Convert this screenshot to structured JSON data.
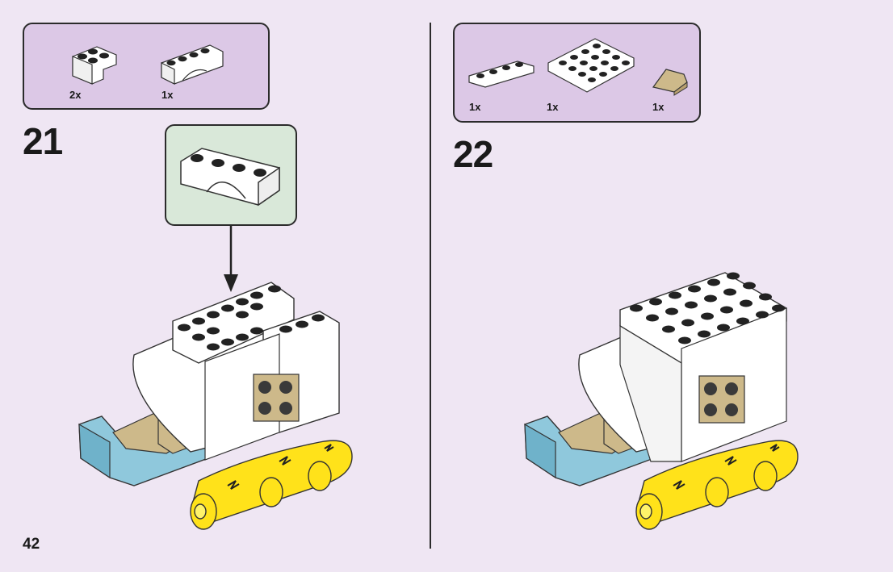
{
  "page_number": "42",
  "colors": {
    "background": "#efe6f3",
    "parts_box": "#dcc8e6",
    "callout": "#d9e8d9",
    "brick_white": "#ffffff",
    "brick_tan": "#cdb98a",
    "brick_blue": "#8fc8dc",
    "brick_yellow": "#ffe21a"
  },
  "steps": [
    {
      "number": "21",
      "parts": [
        {
          "qty": "2x",
          "icon": "corner-brick-2x2-white-icon"
        },
        {
          "qty": "1x",
          "icon": "arch-brick-1x4-white-icon"
        }
      ],
      "callout_part": "arch-brick-1x4-white-icon"
    },
    {
      "number": "22",
      "parts": [
        {
          "qty": "1x",
          "icon": "plate-1x4-white-icon"
        },
        {
          "qty": "1x",
          "icon": "plate-4x4-white-icon"
        },
        {
          "qty": "1x",
          "icon": "slope-tan-icon"
        }
      ]
    }
  ]
}
